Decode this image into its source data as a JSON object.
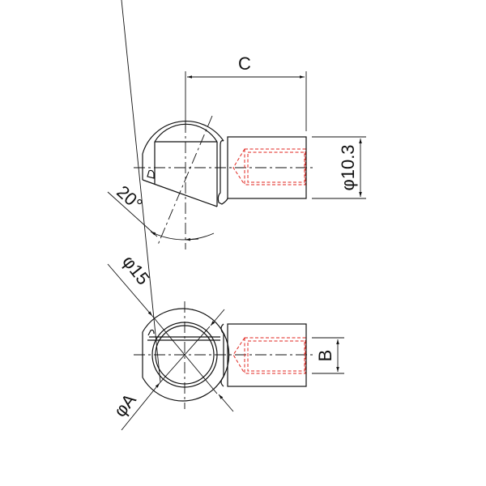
{
  "drawing": {
    "top_view": {
      "dim_length_label": "C",
      "dim_diameter_label": "φ10.3",
      "dim_angle_label": "20°"
    },
    "bottom_view": {
      "dim_outer_diameter_label": "φ15",
      "dim_ball_diameter_label": "φA",
      "dim_thread_label": "B"
    }
  },
  "colors": {
    "line": "#111111",
    "hidden_thread": "#e0261f",
    "background": "#ffffff"
  }
}
